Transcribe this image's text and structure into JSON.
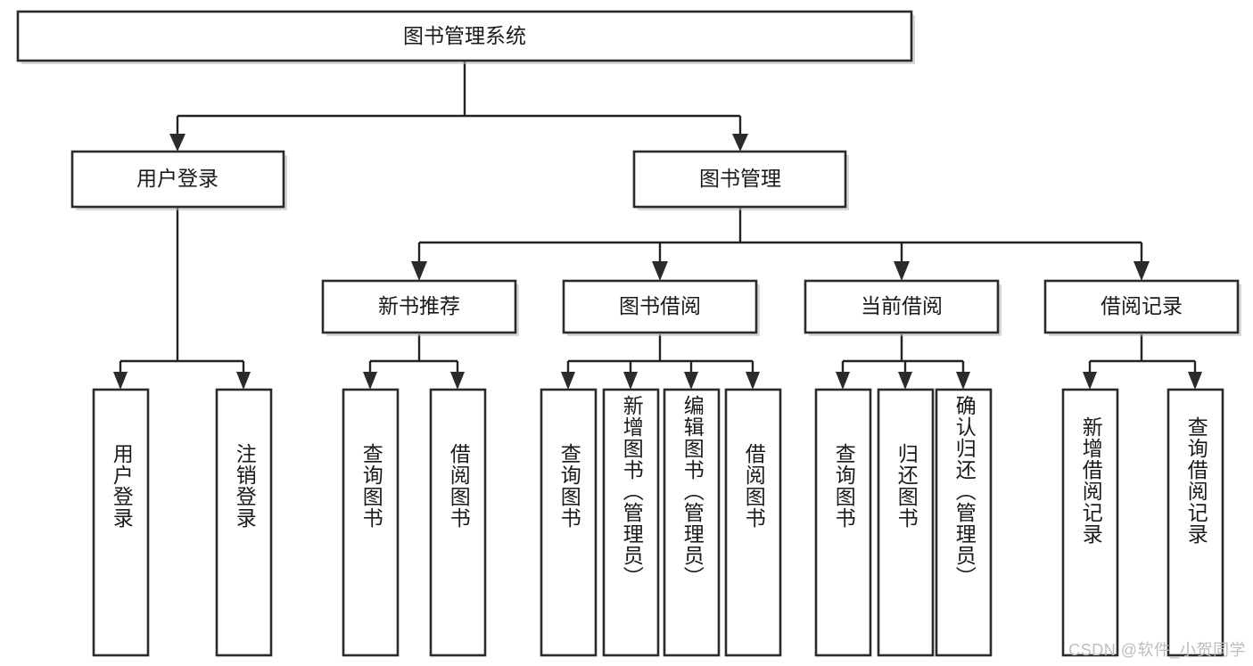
{
  "diagram": {
    "title_node": {
      "label": "图书管理系统"
    },
    "level2": [
      {
        "id": "user-login",
        "label": "用户登录"
      },
      {
        "id": "book-manage",
        "label": "图书管理"
      }
    ],
    "level3": [
      {
        "id": "new-book-recommend",
        "label": "新书推荐"
      },
      {
        "id": "book-borrow",
        "label": "图书借阅"
      },
      {
        "id": "current-borrow",
        "label": "当前借阅"
      },
      {
        "id": "borrow-record",
        "label": "借阅记录"
      }
    ],
    "leaves": {
      "user_login": [
        {
          "id": "leaf-user-login",
          "label": "用户登录"
        },
        {
          "id": "leaf-logout-login",
          "label": "注销登录"
        }
      ],
      "new_book_recommend": [
        {
          "id": "leaf-query-book-1",
          "label": "查询图书"
        },
        {
          "id": "leaf-borrow-book-1",
          "label": "借阅图书"
        }
      ],
      "book_borrow": [
        {
          "id": "leaf-query-book-2",
          "label": "查询图书"
        },
        {
          "id": "leaf-add-book",
          "label": "新增图书（管理员）"
        },
        {
          "id": "leaf-edit-book",
          "label": "编辑图书（管理员）"
        },
        {
          "id": "leaf-borrow-book-2",
          "label": "借阅图书"
        }
      ],
      "current_borrow": [
        {
          "id": "leaf-query-book-3",
          "label": "查询图书"
        },
        {
          "id": "leaf-return-book",
          "label": "归还图书"
        },
        {
          "id": "leaf-confirm-return",
          "label": "确认归还（管理员）"
        }
      ],
      "borrow_record": [
        {
          "id": "leaf-add-record",
          "label": "新增借阅记录"
        },
        {
          "id": "leaf-query-record",
          "label": "查询借阅记录"
        }
      ]
    },
    "watermark": "CSDN @软件_小贺同学",
    "colors": {
      "box_stroke": "#2b2b2b",
      "box_fill": "#ffffff",
      "connector": "#222222",
      "text": "#1a1a1a",
      "watermark": "#bdbdbd",
      "background": "#ffffff"
    }
  }
}
